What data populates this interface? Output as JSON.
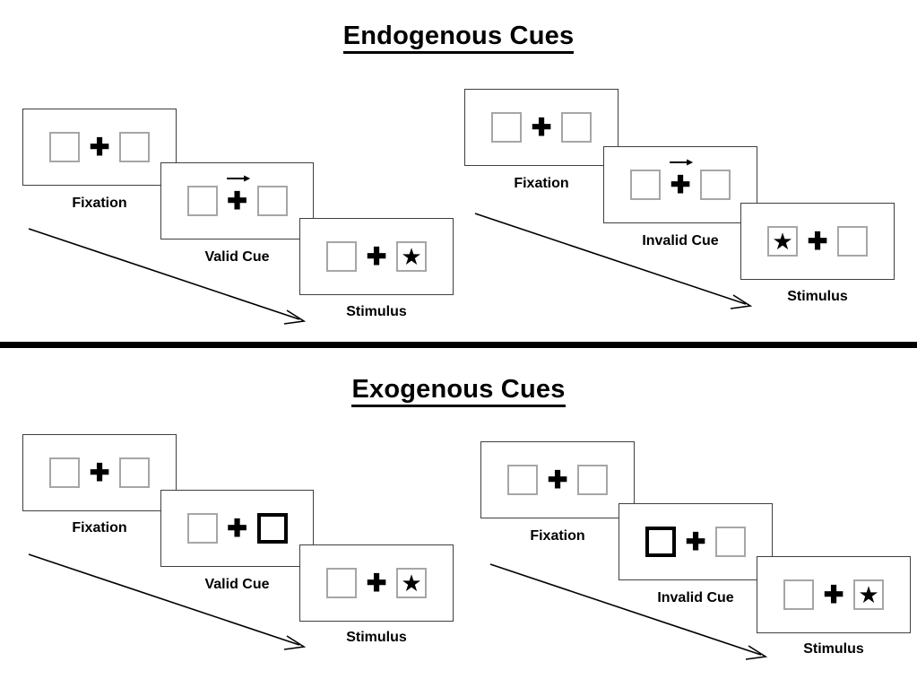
{
  "figure": {
    "type": "diagram",
    "description": "Posner cueing paradigm: endogenous versus exogenous spatial cues, valid and invalid trials"
  },
  "sections": [
    {
      "id": "endogenous",
      "title": "Endogenous Cues",
      "cue_type": "central arrow cue",
      "trials": [
        {
          "id": "endogenous-valid",
          "condition": "Valid Cue",
          "panels": [
            {
              "label": "Fixation",
              "left_box": "empty",
              "right_box": "empty",
              "center": "fixation-cross",
              "cue": "none"
            },
            {
              "label": "Valid Cue",
              "left_box": "empty",
              "right_box": "empty",
              "center": "fixation-cross",
              "cue": "arrow-right"
            },
            {
              "label": "Stimulus",
              "left_box": "empty",
              "right_box": "star",
              "center": "fixation-cross",
              "cue": "none"
            }
          ]
        },
        {
          "id": "endogenous-invalid",
          "condition": "Invalid Cue",
          "panels": [
            {
              "label": "Fixation",
              "left_box": "empty",
              "right_box": "empty",
              "center": "fixation-cross",
              "cue": "none"
            },
            {
              "label": "Invalid Cue",
              "left_box": "empty",
              "right_box": "empty",
              "center": "fixation-cross",
              "cue": "arrow-right"
            },
            {
              "label": "Stimulus",
              "left_box": "star",
              "right_box": "empty",
              "center": "fixation-cross",
              "cue": "none"
            }
          ]
        }
      ]
    },
    {
      "id": "exogenous",
      "title": "Exogenous Cues",
      "cue_type": "peripheral box brightening",
      "trials": [
        {
          "id": "exogenous-valid",
          "condition": "Valid Cue",
          "panels": [
            {
              "label": "Fixation",
              "left_box": "empty",
              "right_box": "empty",
              "center": "fixation-cross",
              "cue": "none"
            },
            {
              "label": "Valid Cue",
              "left_box": "empty",
              "right_box": "cued",
              "center": "fixation-cross",
              "cue": "right-box-highlight"
            },
            {
              "label": "Stimulus",
              "left_box": "empty",
              "right_box": "star",
              "center": "fixation-cross",
              "cue": "none"
            }
          ]
        },
        {
          "id": "exogenous-invalid",
          "condition": "Invalid Cue",
          "panels": [
            {
              "label": "Fixation",
              "left_box": "empty",
              "right_box": "empty",
              "center": "fixation-cross",
              "cue": "none"
            },
            {
              "label": "Invalid Cue",
              "left_box": "cued",
              "right_box": "empty",
              "center": "fixation-cross",
              "cue": "left-box-highlight"
            },
            {
              "label": "Stimulus",
              "left_box": "empty",
              "right_box": "star",
              "center": "fixation-cross",
              "cue": "none"
            }
          ]
        }
      ]
    }
  ],
  "glyphs": {
    "fixation_cross": "✚",
    "star": "★"
  },
  "colors": {
    "background": "#ffffff",
    "ink": "#000000",
    "panel_border": "#3f3f3f",
    "box_border": "#a6a6a6",
    "cued_box_border": "#000000"
  },
  "timeline": {
    "direction": "time progresses down and to the right",
    "arrow_count": 4
  }
}
